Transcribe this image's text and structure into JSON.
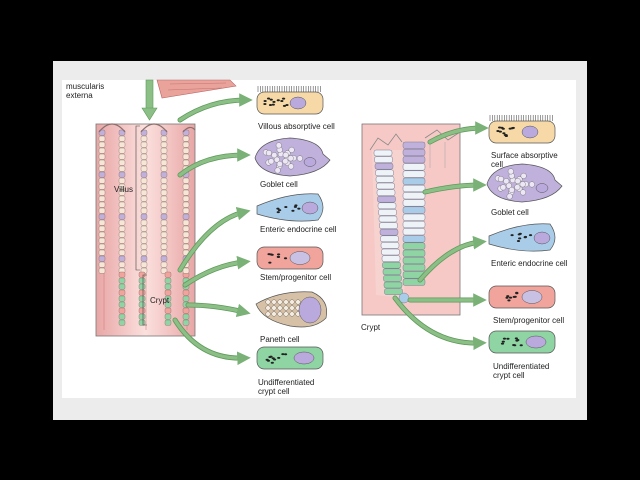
{
  "labels": {
    "muscularis": "muscularis\nexterna",
    "villus": "Villus",
    "crypt_left": "Crypt",
    "crypt_right": "Crypt"
  },
  "left_cells": [
    {
      "id": "villous-absorptive",
      "label": "Villous absorptive cell",
      "type": "absorptive"
    },
    {
      "id": "goblet",
      "label": "Goblet cell",
      "type": "goblet"
    },
    {
      "id": "enteric-endocrine",
      "label": "Enteric endocrine cell",
      "type": "endocrine"
    },
    {
      "id": "stem-progenitor",
      "label": "Stem/progenitor cell",
      "type": "stem"
    },
    {
      "id": "paneth",
      "label": "Paneth cell",
      "type": "paneth"
    },
    {
      "id": "undifferentiated",
      "label": "Undifferentiated\ncrypt cell",
      "type": "undiff"
    }
  ],
  "right_cells": [
    {
      "id": "surface-absorptive",
      "label": "Surface absorptive\ncell",
      "type": "absorptive"
    },
    {
      "id": "goblet-r",
      "label": "Goblet cell",
      "type": "goblet"
    },
    {
      "id": "enteric-endocrine-r",
      "label": "Enteric endocrine cell",
      "type": "endocrine"
    },
    {
      "id": "stem-progenitor-r",
      "label": "Stem/progenitor cell",
      "type": "stem"
    },
    {
      "id": "undifferentiated-r",
      "label": "Undifferentiated\ncrypt cell",
      "type": "undiff"
    }
  ],
  "colors": {
    "arrow": "#8bbf86",
    "arrow_stroke": "#5e9a5a",
    "absorptive": "#f6d9a6",
    "goblet": "#bfb1dc",
    "endocrine": "#a9cde9",
    "stem": "#f0a49b",
    "paneth": "#d7c1a6",
    "undiff": "#8fd5a4",
    "nucleus": "#b9a9dd",
    "tissue": "#f6c6c3"
  }
}
